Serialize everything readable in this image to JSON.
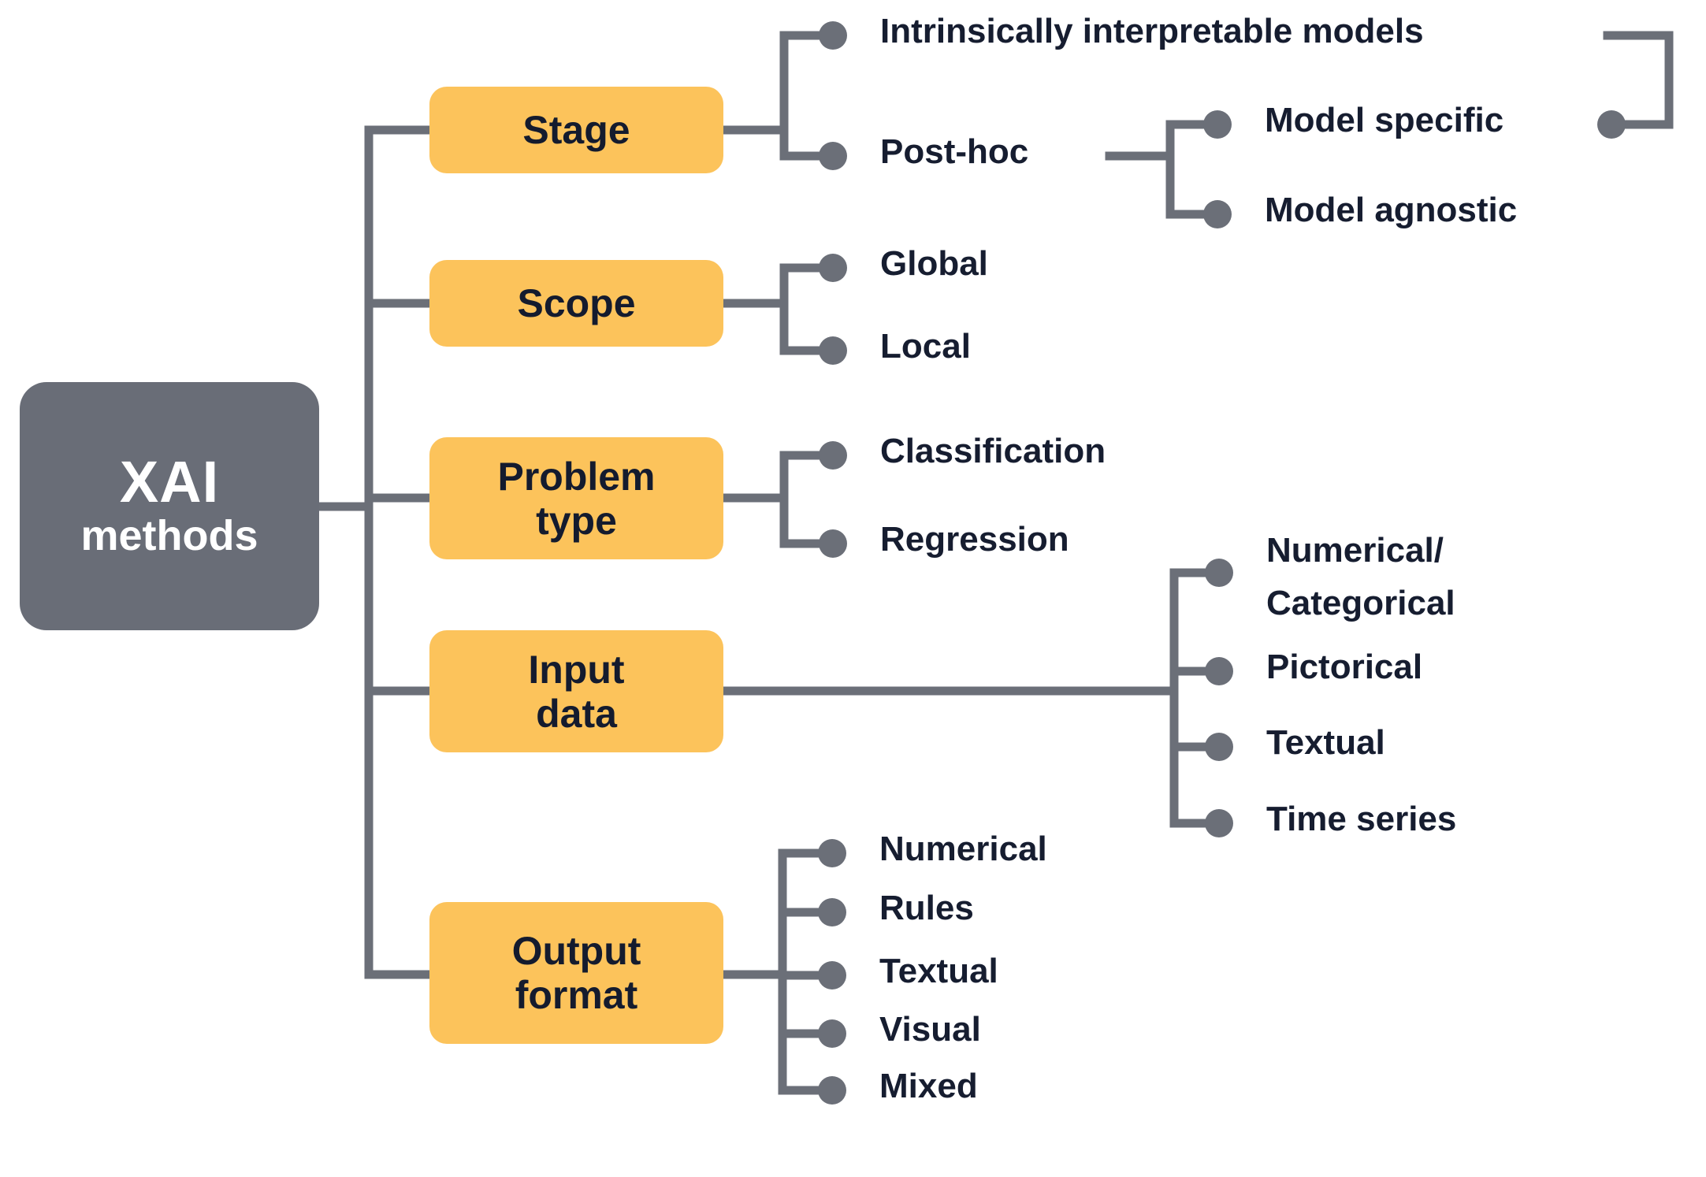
{
  "diagram": {
    "title": "XAI methods taxonomy",
    "colors": {
      "root_fill": "#696d77",
      "root_text": "#ffffff",
      "category_fill": "#fcc35b",
      "category_text": "#141b2e",
      "leaf_text": "#161d30",
      "connector": "#6b6f78",
      "background": "#ffffff"
    },
    "root": {
      "line1": "XAI",
      "line2": "methods"
    },
    "categories": [
      {
        "id": "stage",
        "label_line1": "Stage",
        "label_line2": "",
        "children": [
          {
            "id": "intrinsic",
            "label": "Intrinsically interpretable models"
          },
          {
            "id": "post-hoc",
            "label": "Post-hoc",
            "children": [
              {
                "id": "model-specific",
                "label": "Model specific"
              },
              {
                "id": "model-agnostic",
                "label": "Model agnostic"
              }
            ]
          }
        ]
      },
      {
        "id": "scope",
        "label_line1": "Scope",
        "label_line2": "",
        "children": [
          {
            "id": "global",
            "label": "Global"
          },
          {
            "id": "local",
            "label": "Local"
          }
        ]
      },
      {
        "id": "problem-type",
        "label_line1": "Problem",
        "label_line2": "type",
        "children": [
          {
            "id": "classification",
            "label": "Classification"
          },
          {
            "id": "regression",
            "label": "Regression"
          }
        ]
      },
      {
        "id": "input-data",
        "label_line1": "Input",
        "label_line2": "data",
        "children": [
          {
            "id": "numerical-categorical-1",
            "label": "Numerical/"
          },
          {
            "id": "numerical-categorical-2",
            "label": "Categorical"
          },
          {
            "id": "pictorical",
            "label": "Pictorical"
          },
          {
            "id": "textual-in",
            "label": "Textual"
          },
          {
            "id": "time-series",
            "label": "Time series"
          }
        ]
      },
      {
        "id": "output-format",
        "label_line1": "Output",
        "label_line2": "format",
        "children": [
          {
            "id": "numerical-out",
            "label": "Numerical"
          },
          {
            "id": "rules",
            "label": "Rules"
          },
          {
            "id": "textual-out",
            "label": "Textual"
          },
          {
            "id": "visual",
            "label": "Visual"
          },
          {
            "id": "mixed",
            "label": "Mixed"
          }
        ]
      }
    ]
  }
}
